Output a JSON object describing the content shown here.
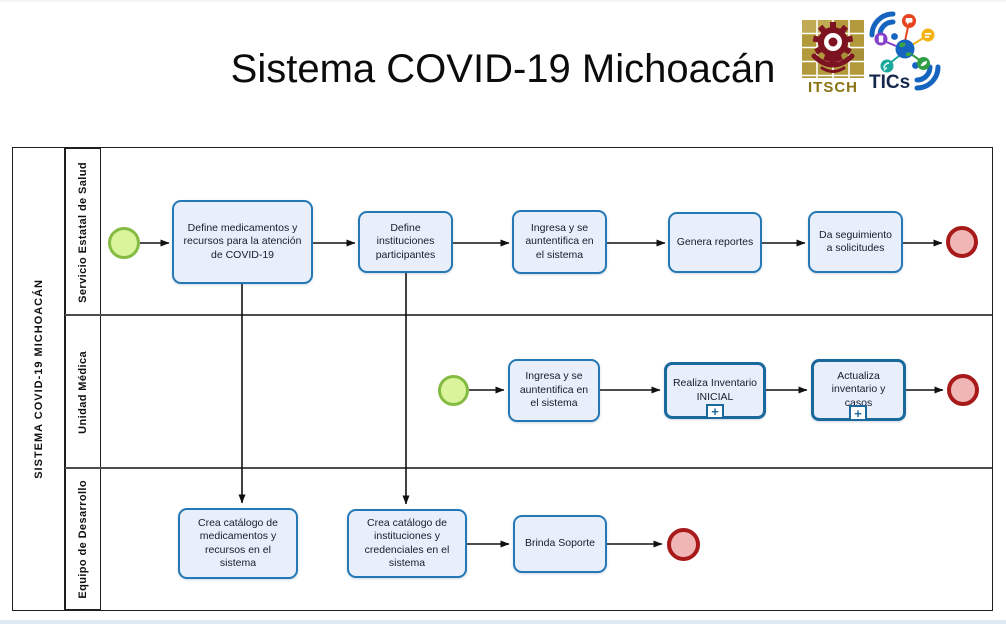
{
  "page": {
    "title": "Sistema COVID-19 Michoacán"
  },
  "logos": {
    "itsch": {
      "label": "ITSCH"
    },
    "tics": {
      "label": "TICs"
    }
  },
  "pool": {
    "name": "SISTEMA COVID-19 MICHOACÁN",
    "lanes": [
      {
        "label": "Servicio Estatal de Salud",
        "tasks": [
          {
            "label": "Define medicamentos y recursos para la atención de COVID-19"
          },
          {
            "label": "Define instituciones participantes"
          },
          {
            "label": "Ingresa y se auntentifica en el sistema"
          },
          {
            "label": "Genera reportes"
          },
          {
            "label": "Da seguimiento a solicitudes"
          }
        ]
      },
      {
        "label": "Unidad Médica",
        "tasks": [
          {
            "label": "Ingresa y se auntentifica en el sistema"
          },
          {
            "label": "Realiza Inventario INICIAL",
            "subprocess": true
          },
          {
            "label": "Actualiza inventario y casos",
            "subprocess": true
          }
        ]
      },
      {
        "label": "Equipo de Desarrollo",
        "tasks": [
          {
            "label": "Crea catálogo de medicamentos y recursos en el sistema"
          },
          {
            "label": "Crea catálogo de instituciones y credenciales en el sistema"
          },
          {
            "label": "Brinda Soporte"
          }
        ]
      }
    ]
  },
  "icons": {
    "plus_marker": "+"
  },
  "colors": {
    "task_fill": "#e9eefb",
    "task_border": "#2478b5",
    "subprocess_border": "#19699c",
    "start_fill": "#d9f49b",
    "start_border": "#84bb41",
    "end_fill": "#f0b6b6",
    "end_border": "#a81a1a",
    "connector": "#111111"
  }
}
